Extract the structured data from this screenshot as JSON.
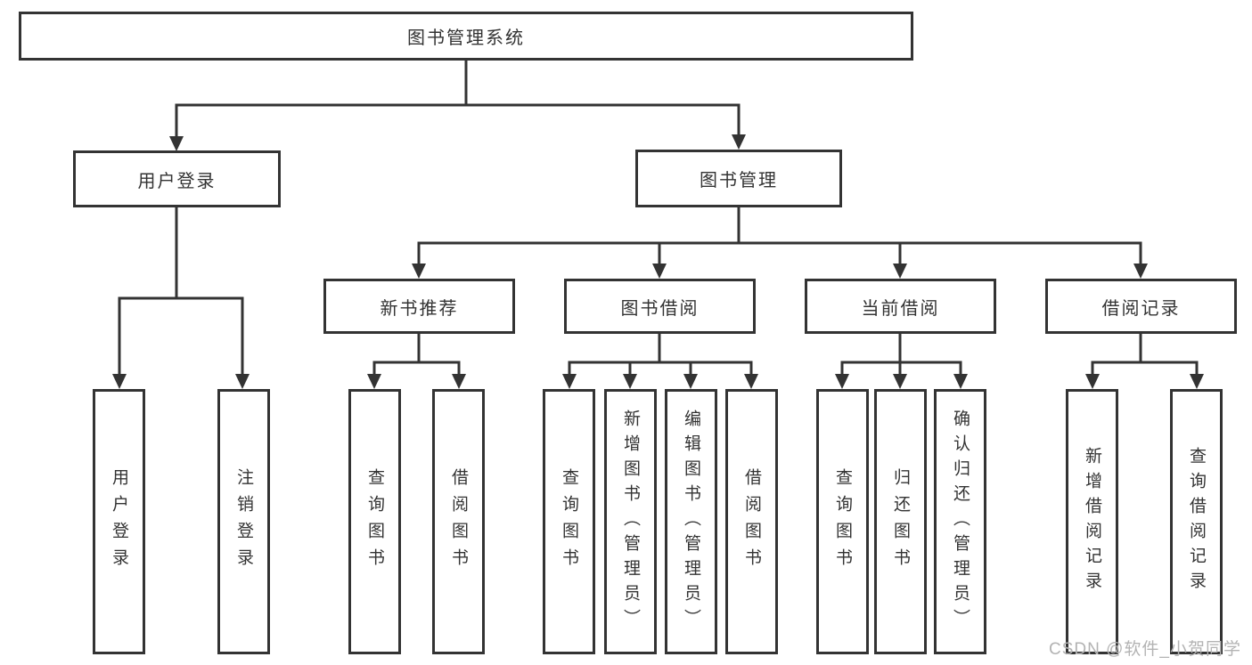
{
  "diagram_type": "tree",
  "title": "图书管理系统",
  "level2": {
    "user_login": "用户登录",
    "book_management": "图书管理"
  },
  "level3": {
    "new_book_recommend": "新书推荐",
    "book_borrowing": "图书借阅",
    "current_borrowing": "当前借阅",
    "borrowing_records": "借阅记录"
  },
  "leaves": [
    "用户登录",
    "注销登录",
    "查询图书",
    "借阅图书",
    "查询图书",
    "新增图书（管理员）",
    "编辑图书（管理员）",
    "借阅图书",
    "查询图书",
    "归还图书",
    "确认归还（管理员）",
    "新增借阅记录",
    "查询借阅记录"
  ],
  "tree": {
    "root": "图书管理系统",
    "children": [
      {
        "label": "用户登录",
        "children": [
          "用户登录",
          "注销登录"
        ]
      },
      {
        "label": "图书管理",
        "children": [
          {
            "label": "新书推荐",
            "children": [
              "查询图书",
              "借阅图书"
            ]
          },
          {
            "label": "图书借阅",
            "children": [
              "查询图书",
              "新增图书（管理员）",
              "编辑图书（管理员）",
              "借阅图书"
            ]
          },
          {
            "label": "当前借阅",
            "children": [
              "查询图书",
              "归还图书",
              "确认归还（管理员）"
            ]
          },
          {
            "label": "借阅记录",
            "children": [
              "新增借阅记录",
              "查询借阅记录"
            ]
          }
        ]
      }
    ]
  },
  "watermark": "CSDN @软件_小贺同学",
  "colors": {
    "line": "#333333",
    "box_border": "#333333",
    "text": "#333333",
    "watermark": "#b3b3b3",
    "background": "#ffffff"
  }
}
